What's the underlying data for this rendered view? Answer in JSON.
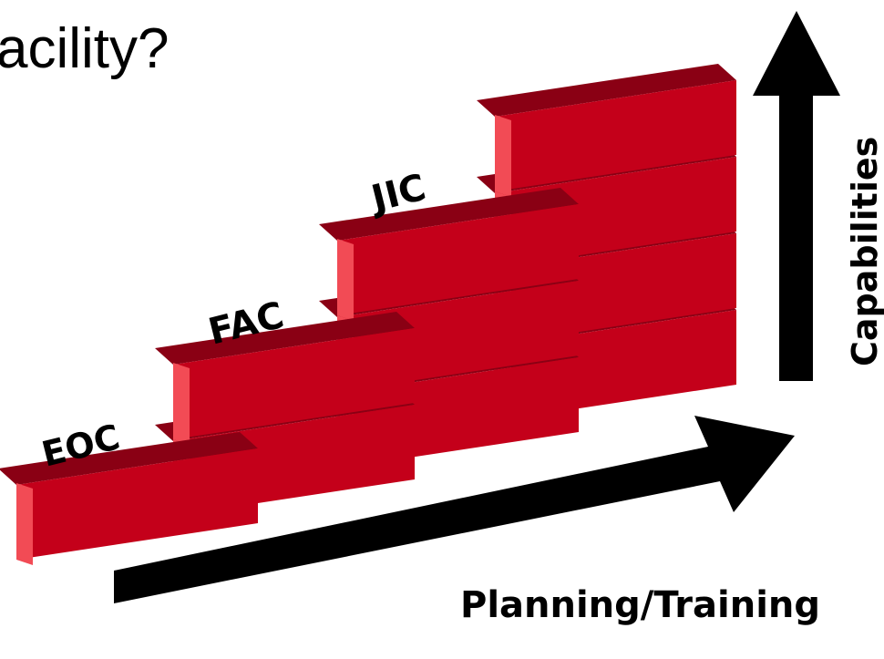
{
  "slide": {
    "title_fragment": "acility?"
  },
  "diagram": {
    "tiers": [
      {
        "label": "EOC",
        "blocks": 1
      },
      {
        "label": "FAC",
        "blocks": 2
      },
      {
        "label": "JIC",
        "blocks": 3
      },
      {
        "label": "",
        "blocks": 4
      }
    ],
    "vertical_axis_label": "Capabilities",
    "horizontal_axis_label": "Planning/Training"
  },
  "colors": {
    "block_front": "#c4001a",
    "block_top": "#8a0014",
    "block_side": "#f24b55",
    "arrow": "#000000"
  }
}
